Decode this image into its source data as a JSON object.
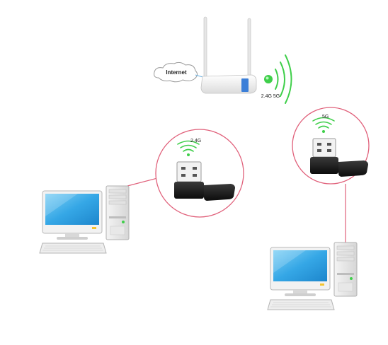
{
  "router": {
    "internet_label": "Internet",
    "band_label": "2.4G 5G",
    "led_color": "#3fcf4a",
    "wifi_color": "#3fcf4a"
  },
  "adapter_left": {
    "band_label": "2.4G",
    "circle_color": "#e0607a",
    "wifi_color": "#3fcf4a"
  },
  "adapter_right": {
    "band_label": "5G",
    "circle_color": "#e0607a",
    "wifi_color": "#3fcf4a"
  },
  "colors": {
    "screen": "#35a7e6",
    "connector": "#e0607a"
  }
}
